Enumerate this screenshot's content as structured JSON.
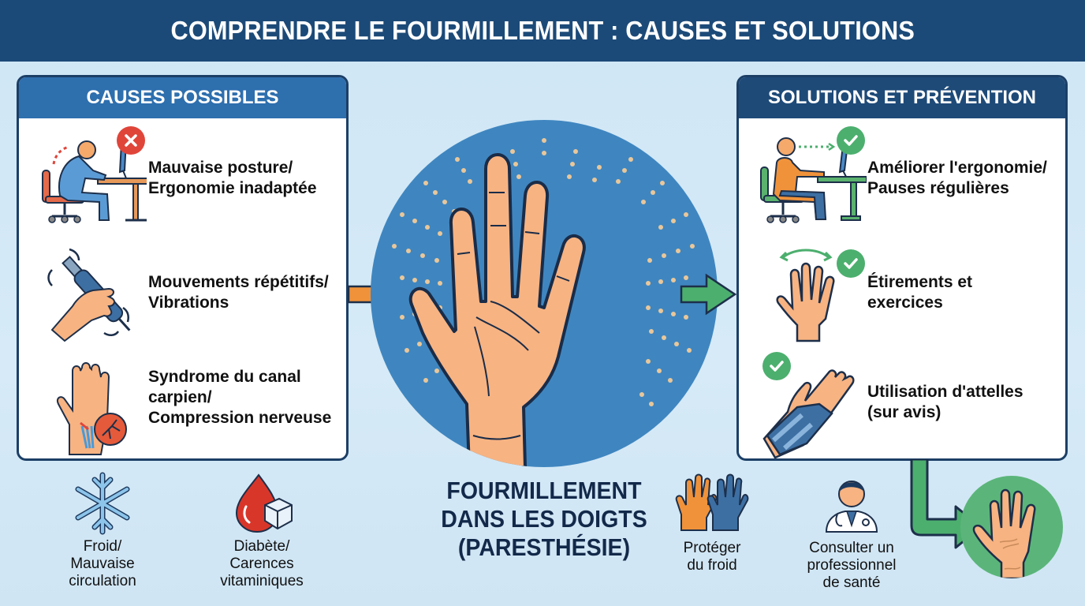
{
  "header": {
    "title": "COMPRENDRE LE FOURMILLEMENT : CAUSES ET SOLUTIONS"
  },
  "colors": {
    "header_bg": "#1c4a78",
    "causes_header_bg": "#2e6fae",
    "solutions_header_bg": "#1e4a78",
    "page_bg": "#d3e8f6",
    "center_circle": "#3f86c0",
    "arrow_orange": "#f0923a",
    "arrow_green": "#4caf6e",
    "badge_red": "#e0453a",
    "badge_green": "#4caf6e",
    "skin": "#f7b382"
  },
  "causes": {
    "heading": "CAUSES POSSIBLES",
    "items": [
      {
        "icon": "bad-posture-icon",
        "badge": "x-mark",
        "label": "Mauvaise posture/\nErgonomie inadaptée"
      },
      {
        "icon": "vibrating-tool-icon",
        "badge": null,
        "label": "Mouvements répétitifs/\nVibrations"
      },
      {
        "icon": "carpal-tunnel-icon",
        "badge": null,
        "label": "Syndrome du canal\ncarpien/\nCompression nerveuse"
      }
    ]
  },
  "extra_causes": [
    {
      "icon": "snowflake-icon",
      "label": "Froid/\nMauvaise\ncirculation"
    },
    {
      "icon": "blood-drop-sugar-icon",
      "label": "Diabète/\nCarences\nvitaminiques"
    }
  ],
  "center": {
    "icon": "tingling-hand-icon",
    "label": "FOURMILLEMENT\nDANS LES DOIGTS\n(PARESTHÉSIE)"
  },
  "solutions": {
    "heading": "SOLUTIONS ET PRÉVENTION",
    "items": [
      {
        "icon": "good-ergonomics-icon",
        "badge": "check",
        "label": "Améliorer l'ergonomie/\nPauses régulières"
      },
      {
        "icon": "stretching-hand-icon",
        "badge": "check",
        "label": "Étirements et\nexercices"
      },
      {
        "icon": "wrist-splint-icon",
        "badge": "check",
        "label": "Utilisation d'attelles\n(sur avis)"
      }
    ]
  },
  "extra_solutions": [
    {
      "icon": "gloves-icon",
      "label": "Protéger\ndu froid"
    },
    {
      "icon": "doctor-icon",
      "label": "Consulter un\nprofessionnel\nde santé"
    }
  ],
  "outcome": {
    "icon": "healthy-hand-icon"
  }
}
